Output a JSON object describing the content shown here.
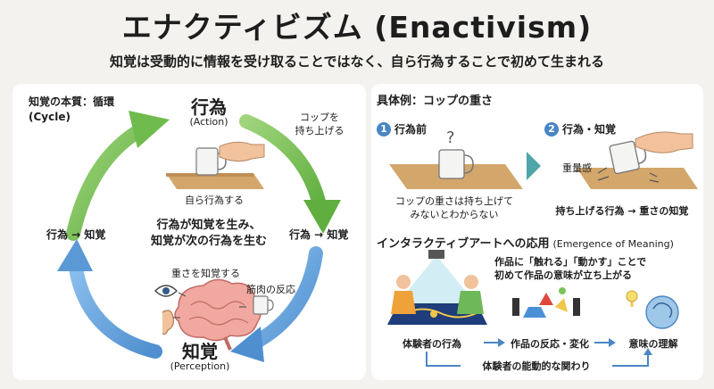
{
  "title": "エナクティビズム (Enactivism)",
  "subtitle": "知覚は受動的に情報を受け取ることではなく、自ら行為することで初めて生まれる",
  "left": {
    "heading_line1": "知覚の本質：循環",
    "heading_line2": "(Cycle)",
    "action_title": "行為",
    "action_sub": "(Action)",
    "lift_line1": "コップを",
    "lift_line2": "持ち上げる",
    "self_action": "自ら行為する",
    "center_line1": "行為が知覚を生み、",
    "center_line2": "知覚が次の行為を生む",
    "left_arrow_label": "行為 → 知覚",
    "right_arrow_label": "行為 → 知覚",
    "sense_weight": "重さを知覚する",
    "muscle": "筋肉の反応",
    "perception_title": "知覚",
    "perception_sub": "(Perception)"
  },
  "right": {
    "example_heading": "具体例：コップの重さ",
    "step1_num": "1",
    "step1_label": "行為前",
    "step1_q": "?",
    "step1_caption1": "コップの重さは持ち上げて",
    "step1_caption2": "みないとわからない",
    "step2_num": "2",
    "step2_label": "行為・知覚",
    "weight_label": "重量感",
    "step2_caption": "持ち上げる行為 → 重さの知覚",
    "app_heading": "インタラクティブアートへの応用",
    "app_heading_en": "(Emergence of Meaning)",
    "bubble_line1": "作品に「触れる」「動かす」ことで",
    "bubble_line2": "初めて作品の意味が立ち上がる",
    "flow1": "体験者の行為",
    "flow2": "作品の反応・変化",
    "flow3": "意味の理解",
    "flow_bottom": "体験者の能動的な関わり"
  },
  "colors": {
    "green": "#7cc35a",
    "blue": "#6ea8df",
    "table": "#d3a66b",
    "accent_blue": "#4a86c4"
  }
}
